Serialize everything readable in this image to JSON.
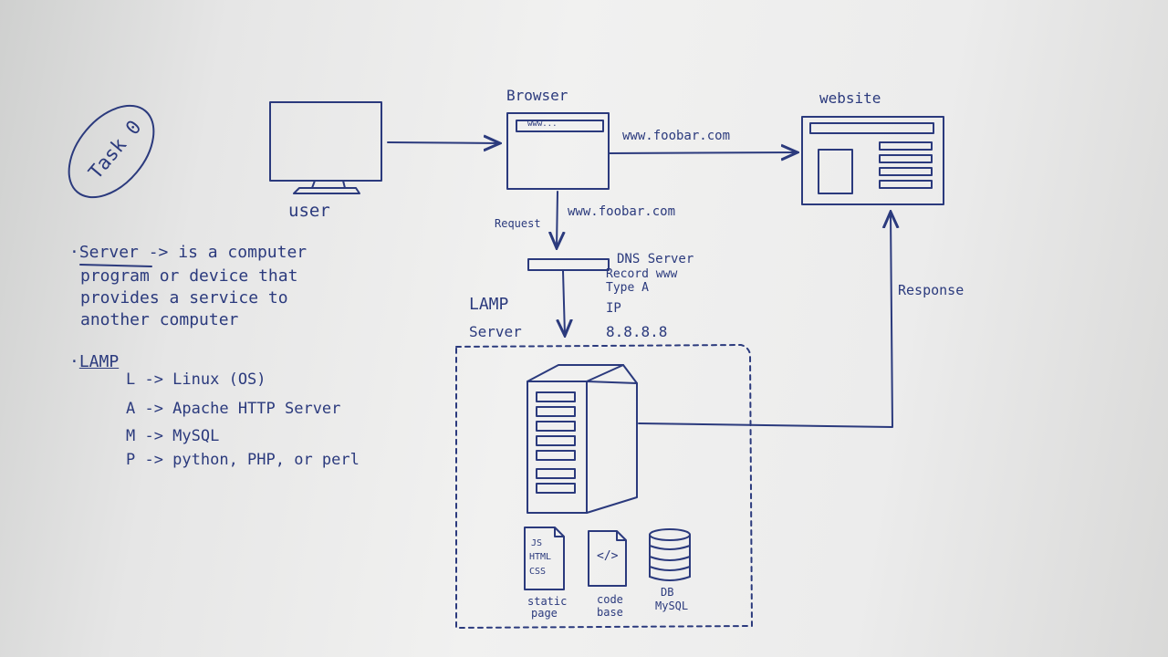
{
  "title_badge": "Task 0",
  "labels": {
    "user": "user",
    "browser": "Browser",
    "website": "website",
    "url_top": "www.foobar.com",
    "url_request": "www.foobar.com",
    "request": "Request",
    "response": "Response",
    "dns_server": "DNS Server",
    "dns_record": "Record www",
    "dns_type": "Type A",
    "dns_ip": "IP",
    "ip_value": "8.8.8.8",
    "lamp": "LAMP",
    "server": "Server",
    "address_bar": "www..."
  },
  "notes": {
    "server_heading": "Server",
    "server_arrow": "->",
    "server_lines": [
      "is a computer",
      "program or device that",
      "provides a service to",
      "another computer"
    ],
    "lamp_heading": "LAMP",
    "lamp_lines": [
      "L -> Linux (OS)",
      "A -> Apache HTTP Server",
      "M -> MySQL",
      "P -> python, PHP, or perl"
    ]
  },
  "server_files": {
    "static_file_lines": [
      "JS",
      "HTML",
      "CSS"
    ],
    "code_file_symbol": "</>",
    "static_caption": [
      "static",
      "page"
    ],
    "code_caption": [
      "code",
      "base"
    ],
    "db_caption": [
      "DB",
      "MySQL"
    ]
  },
  "colors": {
    "ink": "#2b3a7d",
    "paper": "#ececec"
  }
}
